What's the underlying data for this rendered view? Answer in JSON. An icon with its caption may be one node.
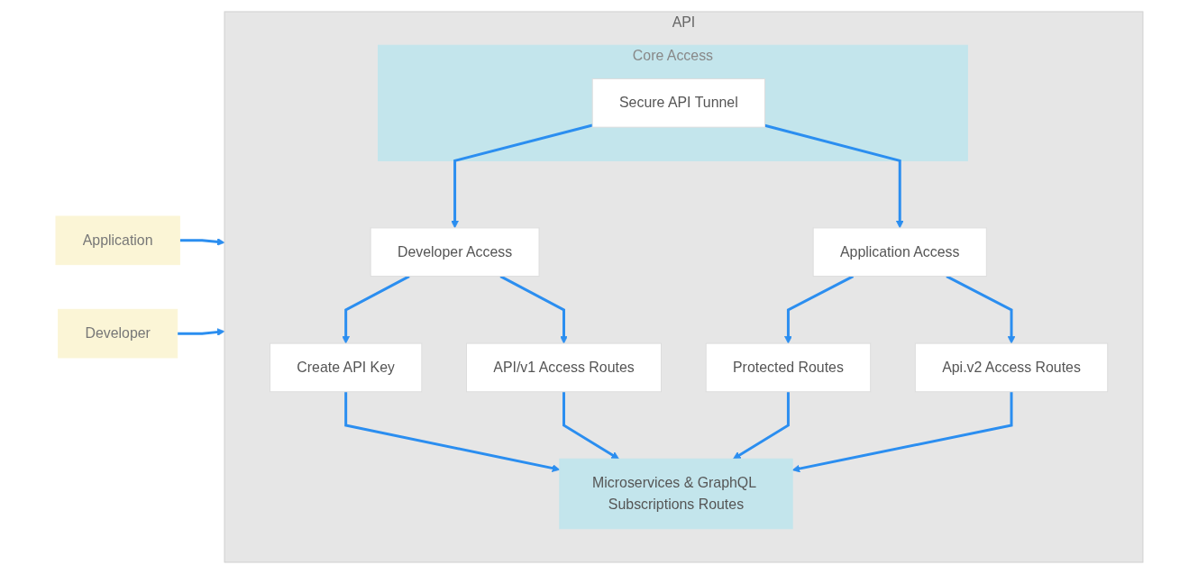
{
  "diagram": {
    "nodes": [
      {
        "text": [
          "Application"
        ]
      },
      {
        "text": [
          "Developer"
        ]
      },
      {
        "text": [
          "API"
        ]
      },
      {
        "text": [
          "Core Access"
        ],
        "in": 2
      },
      {
        "text": [
          "Secure API Tunnel"
        ],
        "in": 3
      },
      {
        "text": [
          "Developer Access"
        ],
        "in": 2
      },
      {
        "text": [
          "Application Access"
        ],
        "in": 2
      },
      {
        "text": [
          "Create API Key"
        ],
        "in": 2
      },
      {
        "text": [
          "API/v1 Access Routes"
        ],
        "in": 2
      },
      {
        "text": [
          "Protected Routes"
        ],
        "in": 2
      },
      {
        "text": [
          "Api.v2 Access Routes"
        ],
        "in": 2
      },
      {
        "text": [
          "Microservices & GraphQL Subscriptions Routes"
        ],
        "in": 2
      }
    ],
    "edges": [
      {
        "from": 0,
        "to": 2,
        "arrow": "to"
      },
      {
        "from": 1,
        "to": 2,
        "arrow": "to"
      },
      {
        "from": 4,
        "to": 5,
        "arrow": "to"
      },
      {
        "from": 4,
        "to": 6,
        "arrow": "to"
      },
      {
        "from": 5,
        "to": 7,
        "arrow": "to"
      },
      {
        "from": 5,
        "to": 8,
        "arrow": "to"
      },
      {
        "from": 6,
        "to": 9,
        "arrow": "to"
      },
      {
        "from": 6,
        "to": 10,
        "arrow": "to"
      },
      {
        "from": 7,
        "to": 11,
        "arrow": "to"
      },
      {
        "from": 8,
        "to": 11,
        "arrow": "to"
      },
      {
        "from": 9,
        "to": 11,
        "arrow": "to"
      },
      {
        "from": 10,
        "to": 11,
        "arrow": "to"
      }
    ]
  }
}
